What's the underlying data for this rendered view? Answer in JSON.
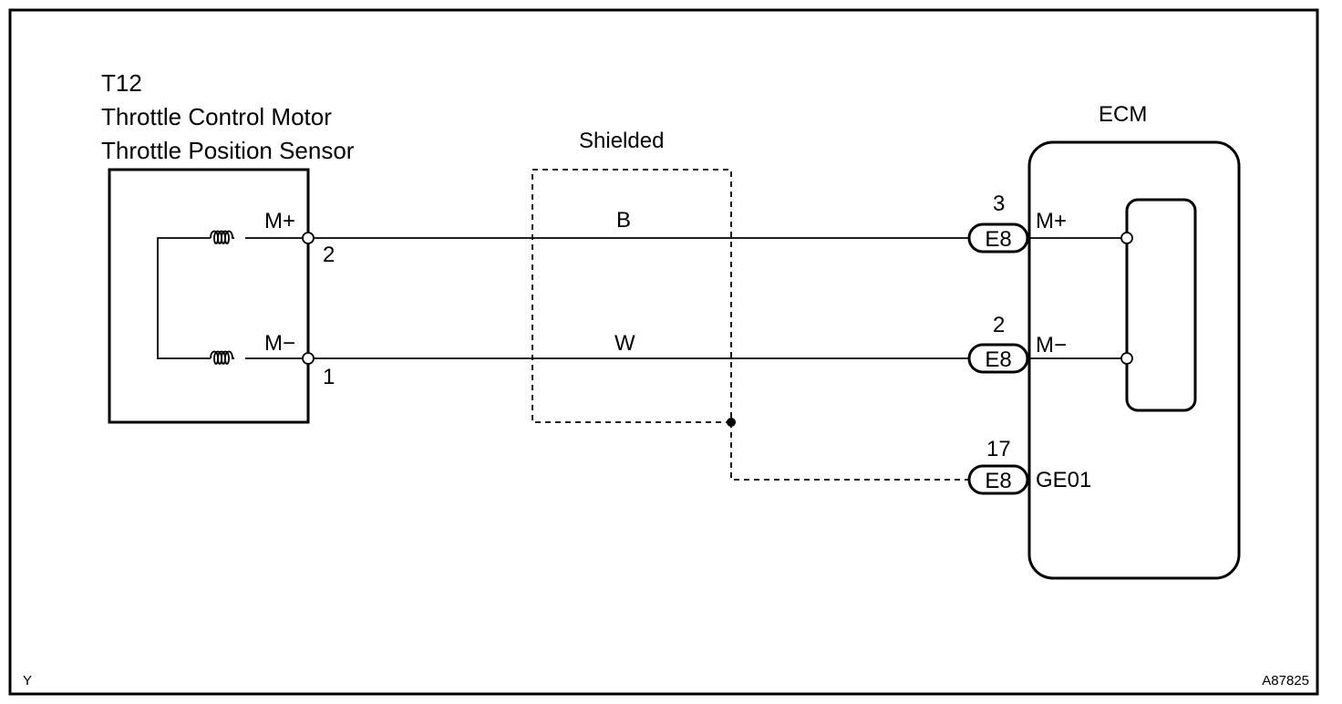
{
  "sensor": {
    "id": "T12",
    "name_line1": "Throttle Control Motor",
    "name_line2": "Throttle Position Sensor",
    "terminals": [
      {
        "label": "M+",
        "pin": "2"
      },
      {
        "label": "M−",
        "pin": "1"
      }
    ]
  },
  "shield": {
    "label": "Shielded"
  },
  "wires": [
    {
      "color": "B"
    },
    {
      "color": "W"
    }
  ],
  "ecm": {
    "title": "ECM",
    "connectors": [
      {
        "pin": "3",
        "connector": "E8",
        "terminal": "M+"
      },
      {
        "pin": "2",
        "connector": "E8",
        "terminal": "M−"
      },
      {
        "pin": "17",
        "connector": "E8",
        "terminal": "GE01"
      }
    ]
  },
  "footer": {
    "left_code": "Y",
    "right_code": "A87825"
  }
}
